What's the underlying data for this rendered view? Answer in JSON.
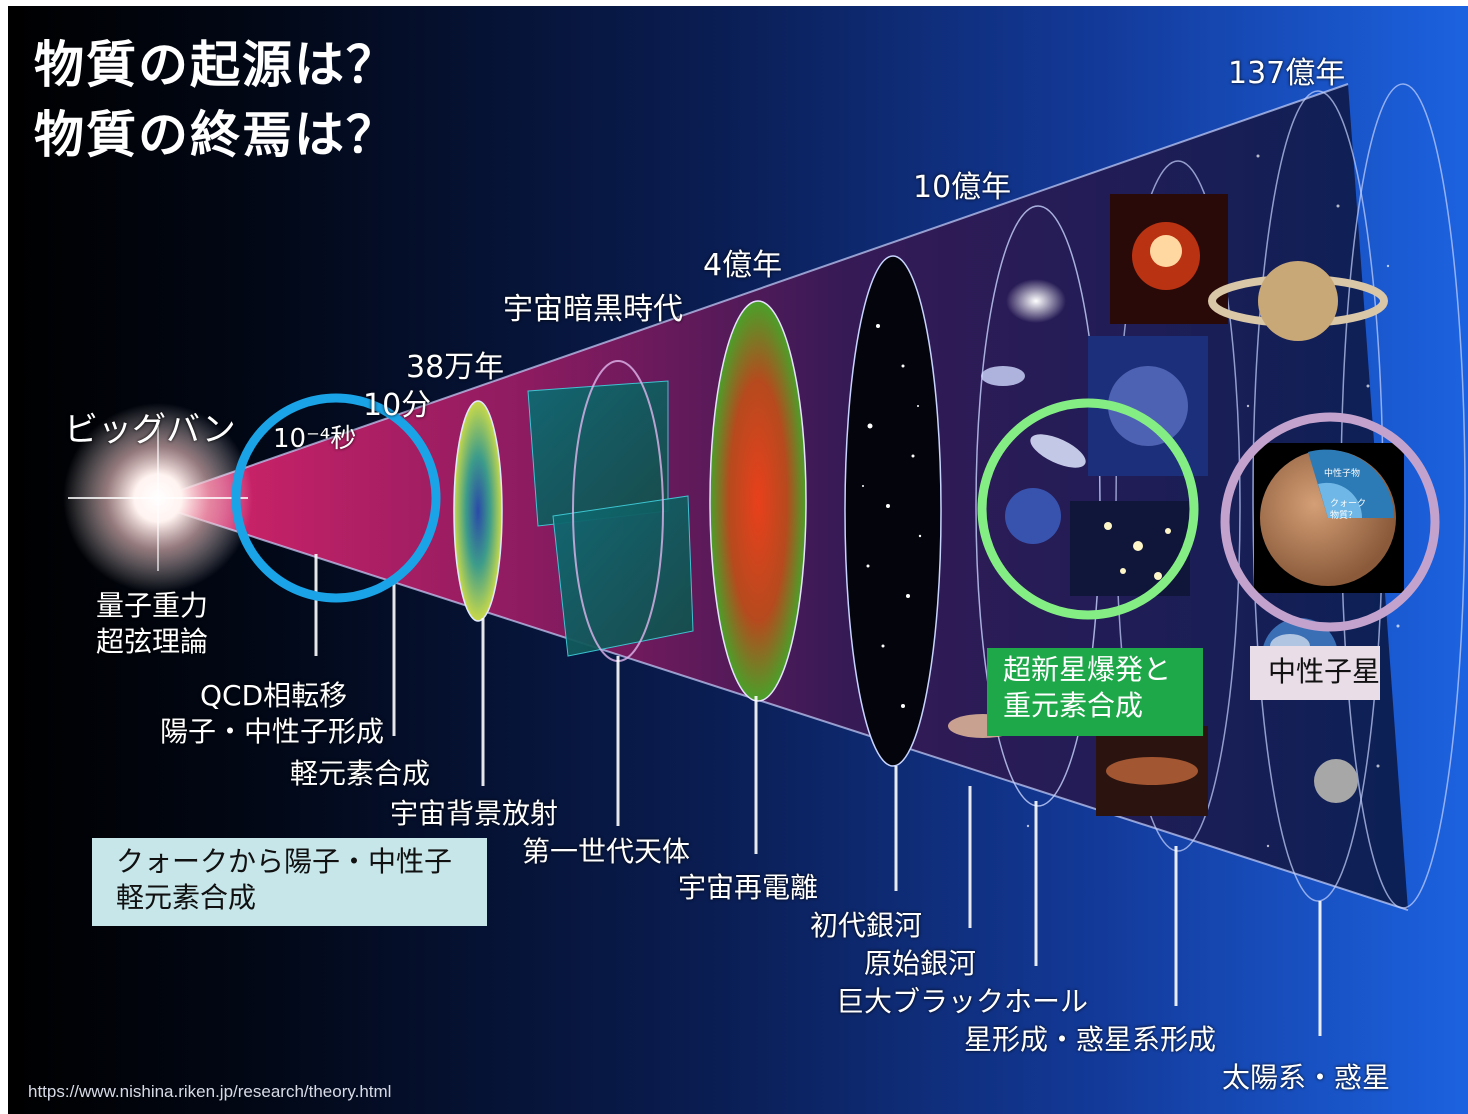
{
  "title": {
    "line1": "物質の起源は？",
    "line2": "物質の終焉は？"
  },
  "bigbang_label": "ビッグバン",
  "time_markers": {
    "t_1e4_sec": "10⁻⁴秒",
    "t_10min": "10分",
    "t_380k": "38万年",
    "t_dark_age": "宇宙暗黒時代",
    "t_400m": "4億年",
    "t_1b": "10億年",
    "t_13_7b": "137億年"
  },
  "epoch_labels": {
    "quantum": [
      "量子重力",
      "超弦理論"
    ],
    "qcd": [
      "QCD相転移",
      "陽子・中性子形成"
    ],
    "light_elements": "軽元素合成",
    "cmb": "宇宙背景放射",
    "first_objects": "第一世代天体",
    "reionization": "宇宙再電離",
    "first_galaxies": "初代銀河",
    "primordial_galaxies": "原始銀河",
    "black_holes": "巨大ブラックホール",
    "star_formation": "星形成・惑星系形成",
    "solar_system": "太陽系・惑星"
  },
  "annotation_boxes": {
    "quark_box": {
      "line1": "クォークから陽子・中性子",
      "line2": "軽元素合成",
      "bg": "#c6e6ea",
      "color": "#111111"
    },
    "supernova_box": {
      "line1": "超新星爆発と",
      "line2": "重元素合成",
      "bg": "#1fa84a",
      "color": "#ffffff"
    },
    "neutron_box": {
      "label": "中性子星",
      "bg": "#e9dde8",
      "color": "#111111"
    }
  },
  "neutron_star_inset": {
    "label1": "中性子物",
    "label2": "クォーク",
    "label3": "物質？"
  },
  "highlight_colors": {
    "cyan_circle": "#1aa3e6",
    "green_circle": "#84ee84",
    "purple_circle": "#c3a3cd"
  },
  "source_url": "https://www.nishina.riken.jp/research/theory.html"
}
